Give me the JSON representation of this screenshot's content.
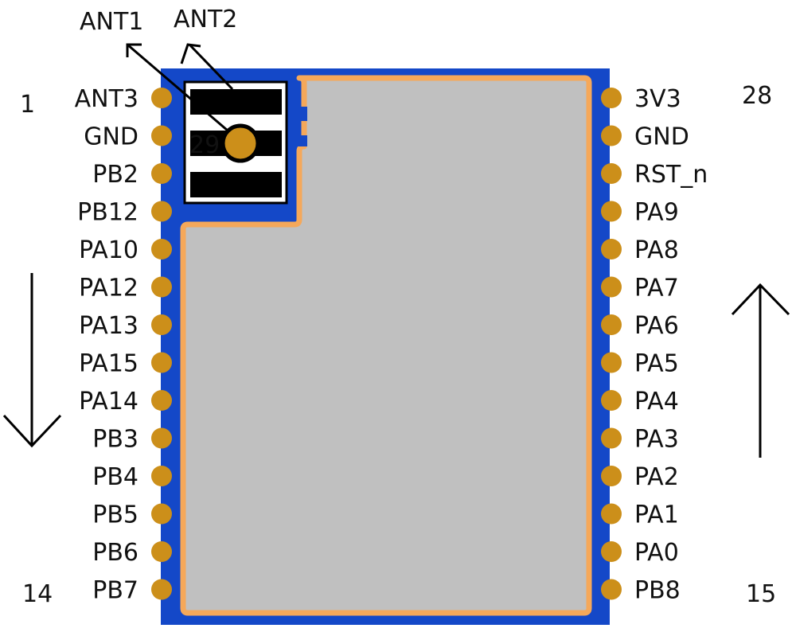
{
  "module": {
    "antenna_labels": [
      "ANT1",
      "ANT2"
    ],
    "pad29_label": "29",
    "corner_numbers": {
      "top_left": "1",
      "bottom_left": "14",
      "top_right": "28",
      "bottom_right": "15"
    },
    "left_pins": [
      "ANT3",
      "GND",
      "PB2",
      "PB12",
      "PA10",
      "PA12",
      "PA13",
      "PA15",
      "PA14",
      "PB3",
      "PB4",
      "PB5",
      "PB6",
      "PB7"
    ],
    "right_pins": [
      "3V3",
      "GND",
      "RST_n",
      "PA9",
      "PA8",
      "PA7",
      "PA6",
      "PA5",
      "PA4",
      "PA3",
      "PA2",
      "PA1",
      "PA0",
      "PB8"
    ],
    "colors": {
      "board": "#1448c8",
      "shield": "#c0c0c0",
      "shield_outline": "#f5a85a",
      "pad": "#cc8f1a",
      "antenna_bar": "#000000",
      "background": "#ffffff"
    }
  }
}
